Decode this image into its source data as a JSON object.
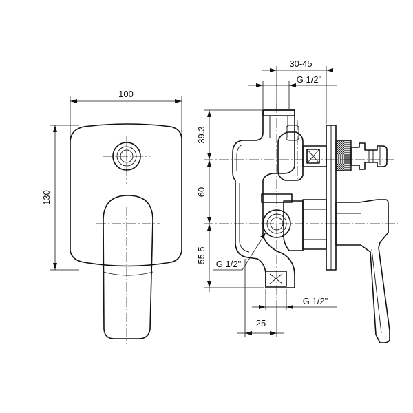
{
  "front_view": {
    "width_label": "100",
    "height_label": "130"
  },
  "side_view": {
    "top_span_label": "30-45",
    "top_thread_label": "G 1/2\"",
    "upper_offset_label": "39.3",
    "middle_offset_label": "60",
    "lower_offset_label": "55.5",
    "left_thread_label": "G 1/2\"",
    "bottom_thread_label": "G 1/2\"",
    "bottom_span_label": "25"
  },
  "colors": {
    "line": "#111111",
    "background": "#ffffff"
  }
}
